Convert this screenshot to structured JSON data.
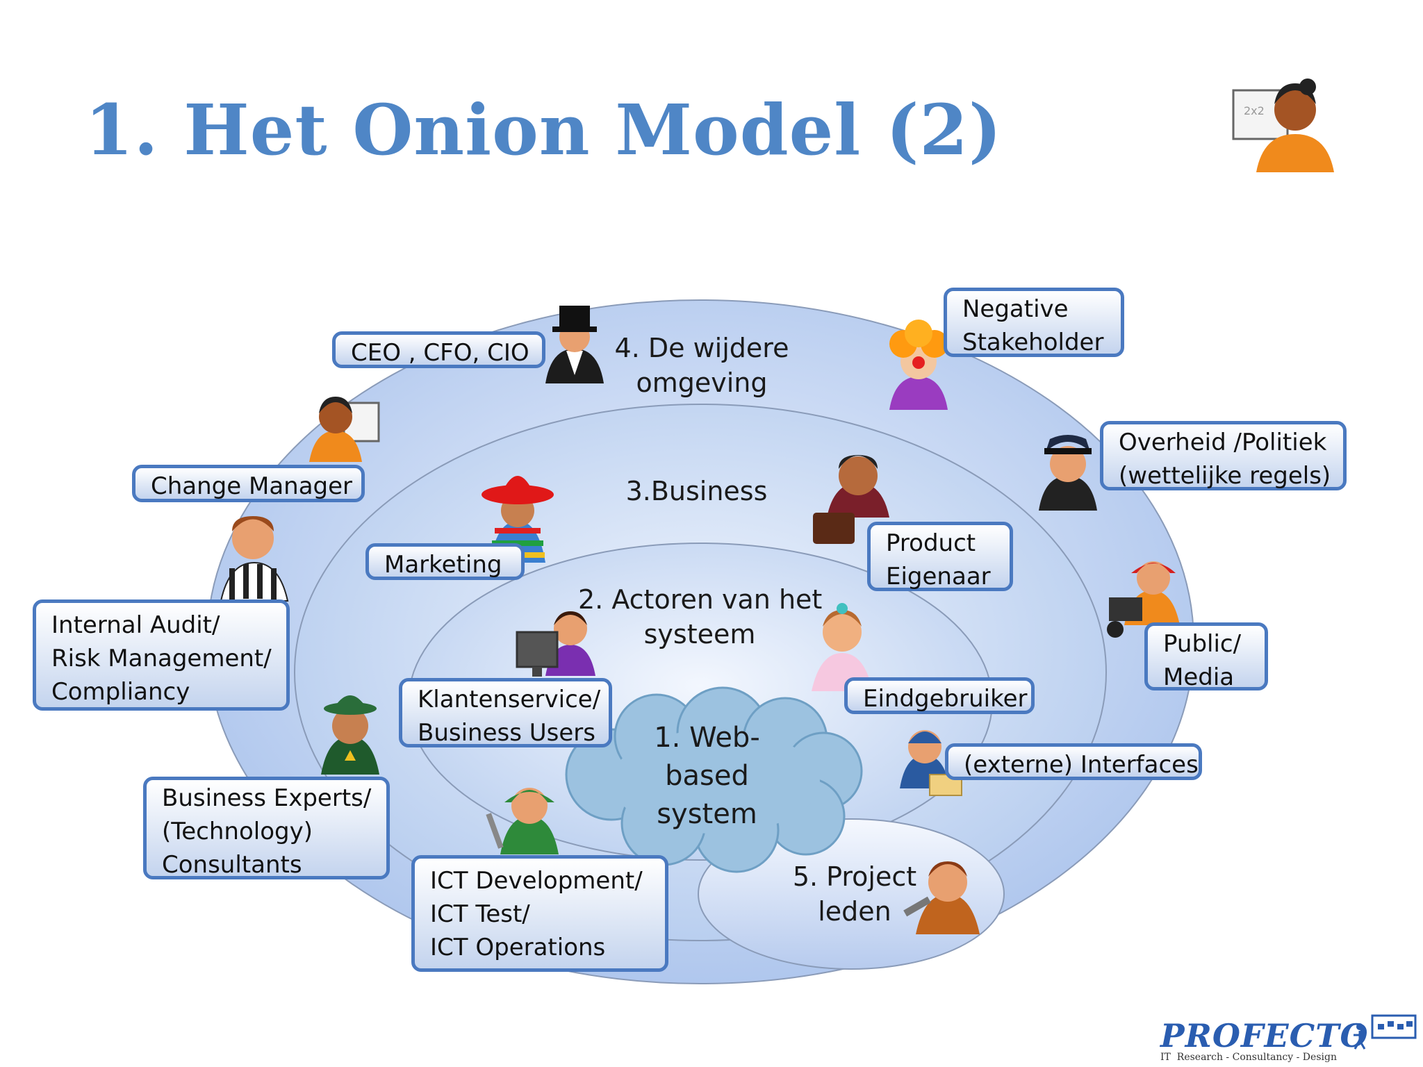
{
  "title": "1. Het Onion Model (2)",
  "rings": {
    "r4": [
      "4. De wijdere",
      "omgeving"
    ],
    "r3": [
      "3.Business"
    ],
    "r2": [
      "2. Actoren van het",
      "systeem"
    ],
    "r1": [
      "1. Web-",
      "based",
      "system"
    ],
    "r5": [
      "5. Project",
      "leden"
    ]
  },
  "labels": {
    "ceo": [
      "CEO , CFO, CIO"
    ],
    "negative": [
      "Negative",
      "Stakeholder"
    ],
    "overheid": [
      "Overheid /Politiek",
      "(wettelijke regels)"
    ],
    "change": [
      "Change Manager"
    ],
    "marketing": [
      "Marketing"
    ],
    "product": [
      "Product",
      "Eigenaar"
    ],
    "public": [
      "Public/",
      "Media"
    ],
    "audit": [
      "Internal Audit/",
      "Risk Management/",
      "Compliancy"
    ],
    "klanten": [
      "Klantenservice/",
      "Business Users"
    ],
    "eind": [
      "Eindgebruiker"
    ],
    "externe": [
      "(externe) Interfaces"
    ],
    "experts": [
      "Business Experts/",
      "(Technology)",
      "Consultants"
    ],
    "ict": [
      "ICT Development/",
      "ICT Test/",
      "ICT Operations"
    ]
  },
  "logo": {
    "name": "PROFECTO",
    "tagline": [
      "IT",
      "Research - Consultancy - Design"
    ]
  },
  "colors": {
    "title": "#4f86c6",
    "label_border": "#4a79c0",
    "cloud": "#9cc2e0"
  },
  "icons": [
    "teacher-icon",
    "ceo-icon",
    "clown-icon",
    "pilot-icon",
    "businessman-icon",
    "referee-icon",
    "mexican-icon",
    "photographer-icon",
    "sheriff-icon",
    "callcenter-icon",
    "woman-icon",
    "worker-icon",
    "mechanic-icon",
    "builder-icon"
  ]
}
